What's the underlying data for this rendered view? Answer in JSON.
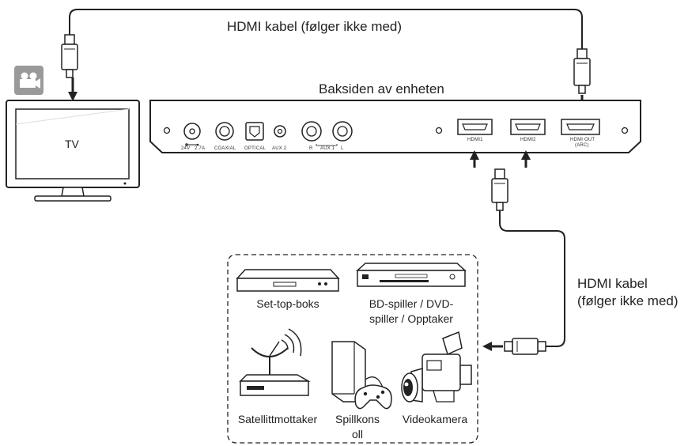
{
  "cable_top_label": "HDMI kabel (følger ikke med)",
  "cable_side_label_line1": "HDMI kabel",
  "cable_side_label_line2": "(følger ikke med)",
  "panel_title": "Baksiden av enheten",
  "tv_label": "TV",
  "ports": {
    "power_left": "24V",
    "power_right": "2.7A",
    "coaxial": "COAXIAL",
    "optical": "OPTICAL",
    "aux2": "AUX 2",
    "r": "R",
    "aux1": "AUX 1",
    "l": "L",
    "hdmi1": "HDMI1",
    "hdmi2": "HDMI2",
    "hdmi_out": "HDMI OUT",
    "arc": "(ARC)"
  },
  "devices": {
    "settop": "Set-top-boks",
    "bd_line1": "BD-spiller / DVD-",
    "bd_line2": "spiller / Opptaker",
    "satellite": "Satellittmottaker",
    "console_line1": "Spillkons",
    "console_line2": "oll",
    "camera": "Videokamera"
  },
  "icons": {
    "tv_badge": "video-camera-icon",
    "satellite": "satellite-dish-icon",
    "console": "game-console-icon",
    "camera": "camcorder-icon"
  },
  "colors": {
    "line": "#222222",
    "badge_bg": "#9a9a9a",
    "panel_fill": "#ffffff"
  }
}
